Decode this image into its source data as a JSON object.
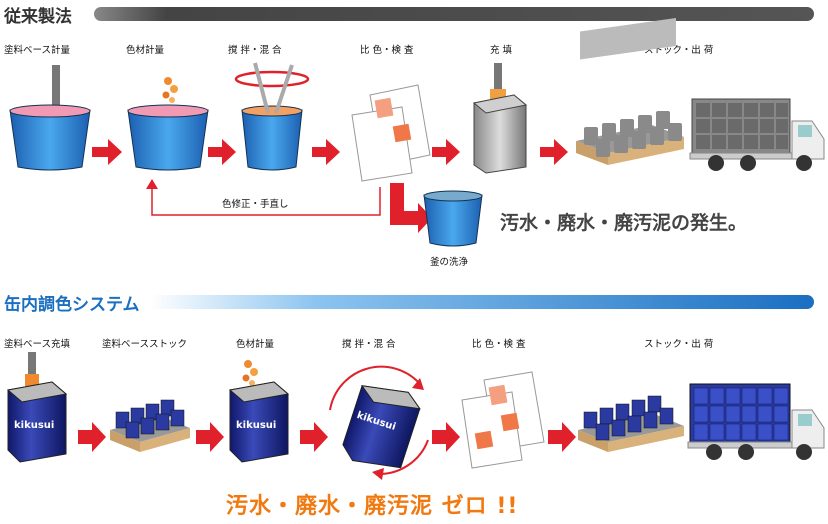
{
  "conventional": {
    "title": "従来製法",
    "steps": [
      "塗料ベース計量",
      "色材計量",
      "撹 拌・混 合",
      "比 色・検 査",
      "充 填",
      "ストック・出 荷"
    ],
    "loop_label": "色修正・手直し",
    "wash_label": "釜の洗浄",
    "result": "汚水・廃水・廃汚泥の発生。"
  },
  "incan": {
    "title": "缶内調色システム",
    "steps": [
      "塗料ベース充填",
      "塗料ベースストック",
      "色材計量",
      "撹 拌・混 合",
      "比 色・検 査",
      "ストック・出 荷"
    ],
    "brand": "kikusui",
    "result": "汚水・廃水・廃汚泥 ゼロ !!"
  },
  "colors": {
    "bar_top": "#555555",
    "bar_bottom": "#1a6fc2",
    "arrow": "#e0202a",
    "bucket": "#2e86d6",
    "can_blue": "#1c2a8c",
    "result_bottom": "#f07a10"
  }
}
